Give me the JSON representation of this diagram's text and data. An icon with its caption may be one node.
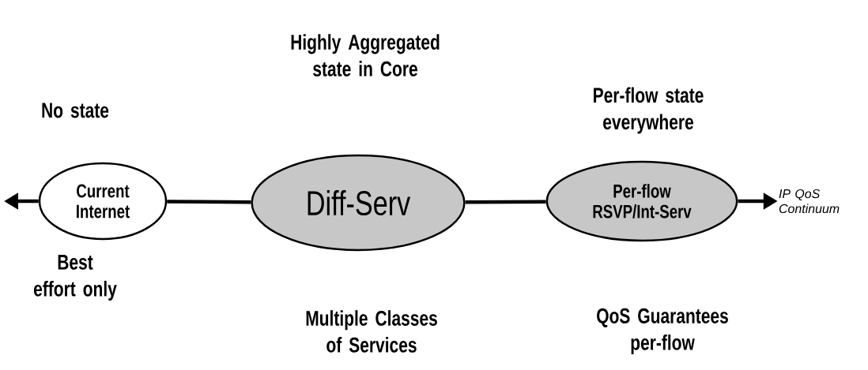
{
  "diagram": {
    "nodes": [
      {
        "text": [
          "Current Internet"
        ],
        "beside": [
          "No state",
          "Best effort only"
        ]
      },
      {
        "text": [
          "Diff-Serv"
        ],
        "beside": [
          "Highly Aggregated state in Core",
          "Multiple Classes of Services"
        ]
      },
      {
        "text": [
          "Per-flow RSVP/Int-Serv"
        ],
        "beside": [
          "Per-flow state everywhere",
          "QoS Guarantees per-flow"
        ]
      },
      {
        "text": [
          "IP QoS Continuum"
        ]
      }
    ],
    "edges": [
      {
        "from": 0,
        "to": null,
        "arrow": "to"
      },
      {
        "from": 0,
        "to": 1,
        "arrow": "none"
      },
      {
        "from": 1,
        "to": 2,
        "arrow": "none"
      },
      {
        "from": 2,
        "to": 3,
        "arrow": "to"
      }
    ]
  }
}
